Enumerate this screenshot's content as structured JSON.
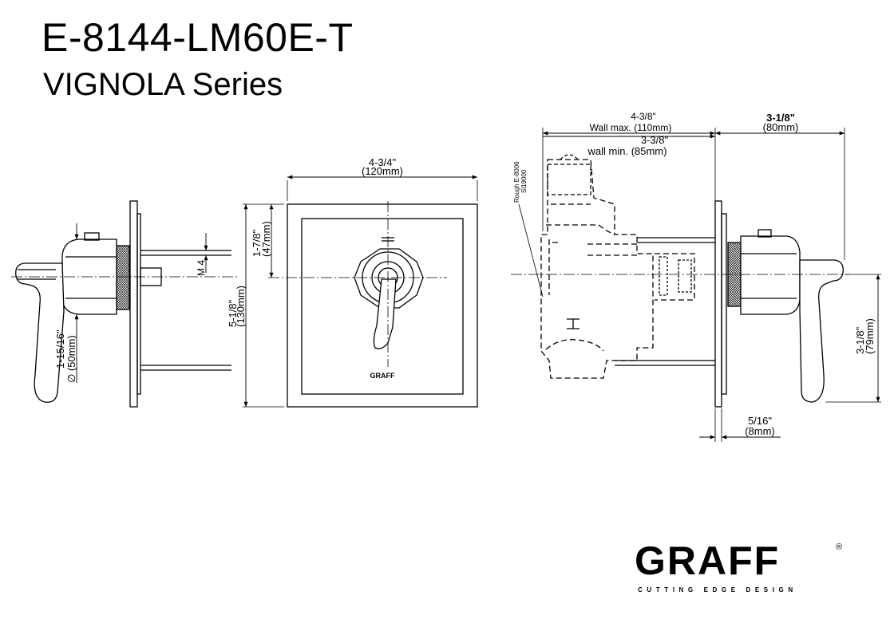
{
  "header": {
    "model": "E-8144-LM60E-T",
    "series": "VIGNOLA Series"
  },
  "dimensions": {
    "diameter": {
      "imperial": "1-15/16\"",
      "metric": "∅ (50mm)"
    },
    "thread": "M 4",
    "plate_width": {
      "imperial": "4-3/4\"",
      "metric": "(120mm)"
    },
    "plate_height": {
      "imperial": "5-1/8\"",
      "metric": "(130mm)"
    },
    "valve_offset": {
      "imperial": "1-7/8\"",
      "metric": "(47mm)"
    },
    "wall_max": {
      "imperial": "4-3/8\"",
      "metric": "Wall max. (110mm)"
    },
    "wall_min": {
      "imperial": "3-3/8\"",
      "metric": "wall min. (85mm)"
    },
    "depth": {
      "imperial": "3-1/8\"",
      "metric": "(80mm)"
    },
    "handle_height": {
      "imperial": "3-1/8\"",
      "metric": "(79mm)"
    },
    "plate_thickness": {
      "imperial": "5/16\"",
      "metric": "(8mm)"
    },
    "rough_label": [
      "Rough E-8006",
      "Sl19000"
    ]
  },
  "plate_brand": "GRAFF",
  "logo": {
    "wordmark": "GRAFF",
    "registered": "®",
    "tagline": "CUTTING EDGE DESIGN"
  }
}
